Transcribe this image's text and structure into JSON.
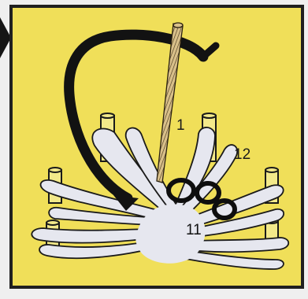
{
  "colors": {
    "panel_fill": "#f0df59",
    "panel_border": "#202020",
    "background": "#efefef",
    "loop_fill": "#e6e7ef",
    "stroke": "#111111"
  },
  "labels": {
    "step_1": "1",
    "step_12": "12",
    "step_11": "11"
  }
}
